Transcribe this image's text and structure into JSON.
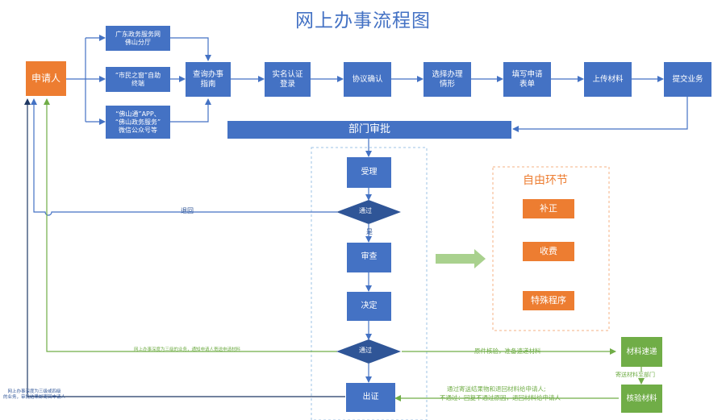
{
  "title": "网上办事流程图",
  "nodes": {
    "applicant": "申请人",
    "gd_office": "广东政务服务网\n佛山分厅",
    "citizen_window": "“市民之窗”自助\n终端",
    "foshan_app": "“佛山通”APP、\n“佛山政务服务”\n微信公众号等",
    "guide": "查询办事\n指南",
    "realname": "实名认证\n登录",
    "agreement": "协议确认",
    "choose_case": "选择办理\n情形",
    "fill_form": "填写申请\n表单",
    "upload": "上传材料",
    "submit": "提交业务",
    "dept_review": "部门审批",
    "accept": "受理",
    "pass1": "通过",
    "review": "审查",
    "decision": "决定",
    "pass2": "通过",
    "certificate": "出证",
    "express": "材料速递",
    "verify": "核验材料"
  },
  "free_panel": {
    "title": "自由环节",
    "items": [
      "补正",
      "收费",
      "特殊程序"
    ]
  },
  "labels": {
    "return": "退回",
    "yes": "是",
    "level3_notice": "网上办事深度为三级的业务，通知申请人寄送申请材料",
    "level34_notice": "网上办事深度为三级或四级\n的业务，审批结果邮寄回申请人",
    "original_check": "原件核验，准备速递材料",
    "send_to_dept": "寄送材料至部门",
    "return_result_1": "通过寄送结果物和退回材料给申请人;",
    "return_result_2": "不通过：回复不通过原因，退回材料给申请人"
  },
  "colors": {
    "blue": "#4472c4",
    "orange": "#ed7d31",
    "green": "#70ad47",
    "dark_navy": "#1f3864",
    "light_green_arrow": "#a9d18e"
  }
}
